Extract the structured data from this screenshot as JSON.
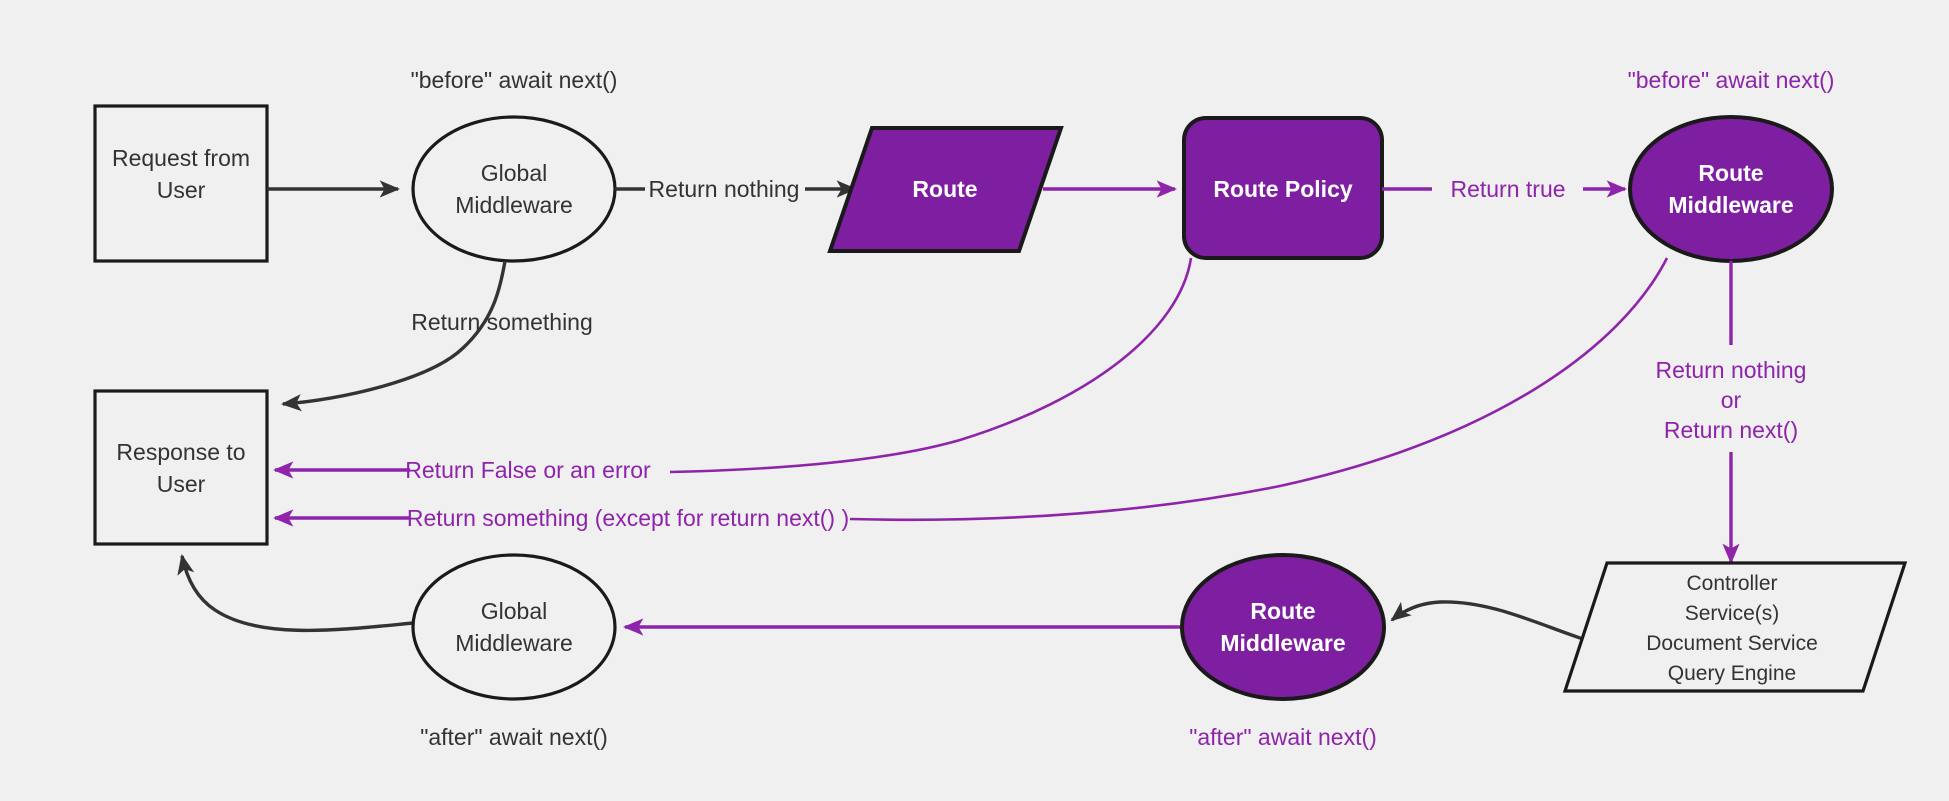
{
  "diagram": {
    "title": "Request lifecycle: global middleware, route, policy, route middleware",
    "background_color": "#f0f0f0",
    "accent_color": "#7e1fa2",
    "accent_line_color": "#8e24aa",
    "dark_color": "#333333"
  },
  "nodes": {
    "request_from_user": {
      "line1": "Request from",
      "line2": "User",
      "shape": "rectangle",
      "style": "plain"
    },
    "global_middleware_top": {
      "line1": "Global",
      "line2": "Middleware",
      "shape": "ellipse",
      "style": "plain"
    },
    "route": {
      "line1": "Route",
      "shape": "parallelogram",
      "style": "purple"
    },
    "route_policy": {
      "line1": "Route Policy",
      "shape": "rounded-rect",
      "style": "purple"
    },
    "route_middleware_top": {
      "line1": "Route",
      "line2": "Middleware",
      "shape": "ellipse",
      "style": "purple"
    },
    "response_to_user": {
      "line1": "Response to",
      "line2": "User",
      "shape": "rectangle",
      "style": "plain"
    },
    "global_middleware_bottom": {
      "line1": "Global",
      "line2": "Middleware",
      "shape": "ellipse",
      "style": "plain"
    },
    "route_middleware_bottom": {
      "line1": "Route",
      "line2": "Middleware",
      "shape": "ellipse",
      "style": "purple"
    },
    "controller_stack": {
      "lines": [
        "Controller",
        "Service(s)",
        "Document Service",
        "Query Engine"
      ],
      "shape": "parallelogram",
      "style": "plain"
    }
  },
  "annotations": {
    "before_await_next_global": {
      "text": "\"before\" await next()",
      "color": "dark"
    },
    "before_await_next_route": {
      "text": "\"before\" await next()",
      "color": "purple"
    },
    "after_await_next_global": {
      "text": "\"after\" await next()",
      "color": "dark"
    },
    "after_await_next_route": {
      "text": "\"after\" await next()",
      "color": "purple"
    }
  },
  "edge_labels": {
    "return_nothing": {
      "text": "Return nothing",
      "color": "dark"
    },
    "return_something": {
      "text": "Return something",
      "color": "dark"
    },
    "return_true": {
      "text": "Return true",
      "color": "purple"
    },
    "return_false_or_error": {
      "text": "Return False or an error",
      "color": "purple"
    },
    "return_something_except_next": {
      "text": "Return something (except for return next() )",
      "color": "purple"
    },
    "return_nothing_or_next": {
      "line1": "Return nothing",
      "line2": "or",
      "line3": "Return next()",
      "color": "purple"
    }
  }
}
